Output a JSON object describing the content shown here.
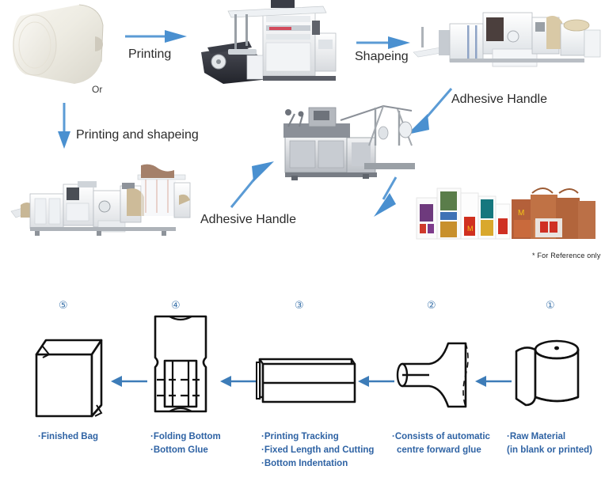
{
  "page": {
    "title": "Paper Bag Making Production Flow",
    "background": "#ffffff",
    "arrow_color": "#5b9bd5",
    "blue_text_color": "#2f63a4",
    "label_color": "#2b2b2b"
  },
  "flow": {
    "or_label": "Or",
    "arrows": [
      {
        "name": "printing",
        "label": "Printing",
        "direction": "right"
      },
      {
        "name": "shapeing",
        "label": "Shapeing",
        "direction": "right"
      },
      {
        "name": "adhesive-handle-down",
        "label": "Adhesive Handle",
        "direction": "down-left"
      },
      {
        "name": "printing-and-shapeing",
        "label": "Printing and shapeing",
        "direction": "down"
      },
      {
        "name": "adhesive-handle-up",
        "label": "Adhesive Handle",
        "direction": "up-right"
      },
      {
        "name": "to-products",
        "label": "",
        "direction": "down-right"
      }
    ],
    "machines": [
      {
        "name": "paper-roll-photo",
        "caption": ""
      },
      {
        "name": "printing-machine-photo",
        "caption": ""
      },
      {
        "name": "shaping-machine-photo",
        "caption": ""
      },
      {
        "name": "handle-machine-photo",
        "caption": ""
      },
      {
        "name": "inline-printing-shaping-machine-photo",
        "caption": ""
      },
      {
        "name": "finished-bags-photo",
        "caption": ""
      }
    ],
    "reference_note": "* For Reference only"
  },
  "steps": [
    {
      "number": "⑤",
      "name": "finished-bag",
      "lines": [
        "·Finished Bag"
      ]
    },
    {
      "number": "④",
      "name": "folding-bottom",
      "lines": [
        "·Folding Bottom",
        "·Bottom Glue"
      ]
    },
    {
      "number": "③",
      "name": "printing-tracking",
      "lines": [
        "·Printing Tracking",
        "·Fixed Length and Cutting",
        "·Bottom Indentation"
      ]
    },
    {
      "number": "②",
      "name": "centre-forward-glue",
      "lines": [
        "·Consists of automatic",
        "centre forward glue"
      ]
    },
    {
      "number": "①",
      "name": "raw-material",
      "lines": [
        "·Raw Material",
        "(in blank or printed)"
      ]
    }
  ]
}
